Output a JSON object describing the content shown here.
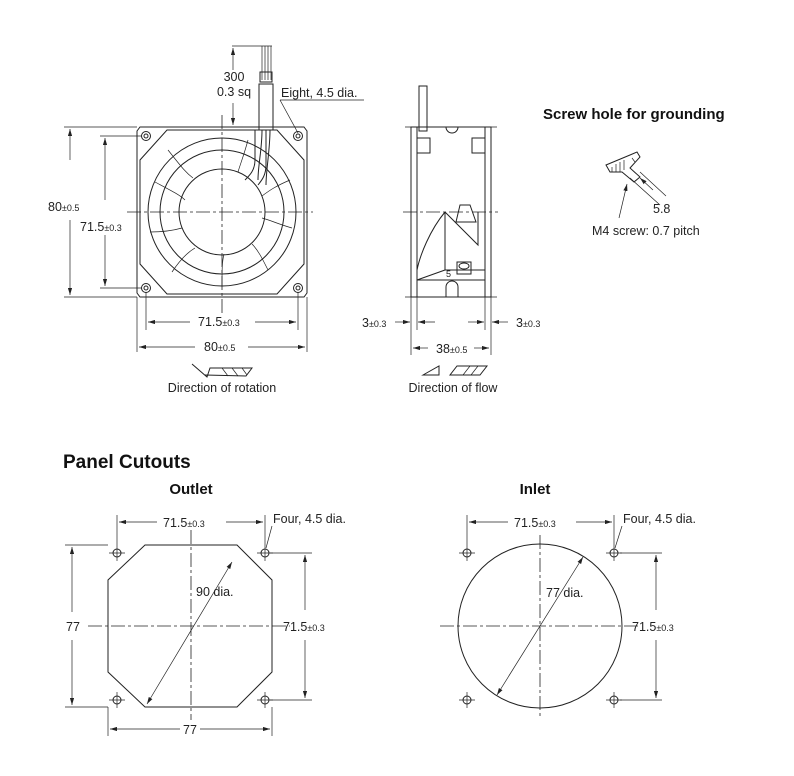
{
  "front_view": {
    "lead_length": "300",
    "lead_size": "0.3 sq",
    "holes_note": "Eight, 4.5 dia.",
    "height_outer": {
      "value": "80",
      "tol": "±0.5"
    },
    "height_pitch": {
      "value": "71.5",
      "tol": "±0.3"
    },
    "width_pitch": {
      "value": "71.5",
      "tol": "±0.3"
    },
    "width_outer": {
      "value": "80",
      "tol": "±0.5"
    },
    "rotation_label": "Direction of rotation"
  },
  "side_view": {
    "flange_left": {
      "value": "3",
      "tol": "±0.3"
    },
    "flange_right": {
      "value": "3",
      "tol": "±0.3"
    },
    "depth": {
      "value": "38",
      "tol": "±0.5"
    },
    "flow_label": "Direction of flow",
    "marker": "5"
  },
  "grounding": {
    "title": "Screw hole for grounding",
    "depth": "5.8",
    "screw_note": "M4 screw: 0.7 pitch"
  },
  "panel_cutouts": {
    "title": "Panel Cutouts",
    "outlet": {
      "title": "Outlet",
      "pitch_h": {
        "value": "71.5",
        "tol": "±0.3"
      },
      "pitch_v": {
        "value": "71.5",
        "tol": "±0.3"
      },
      "holes_note": "Four, 4.5 dia.",
      "diameter": "90 dia.",
      "height": "77",
      "width": "77"
    },
    "inlet": {
      "title": "Inlet",
      "pitch_h": {
        "value": "71.5",
        "tol": "±0.3"
      },
      "pitch_v": {
        "value": "71.5",
        "tol": "±0.3"
      },
      "holes_note": "Four, 4.5 dia.",
      "diameter": "77 dia."
    }
  }
}
